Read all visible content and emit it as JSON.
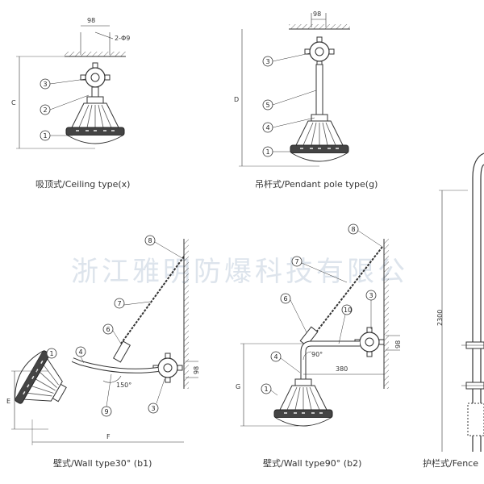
{
  "watermark": "浙江雅明防爆科技有限公",
  "captions": {
    "ceiling": "吸顶式/Ceiling type(x)",
    "pendant": "吊杆式/Pendant pole type(g)",
    "wall30": "壁式/Wall type30°  (b1)",
    "wall90": "壁式/Wall type90°  (b2)",
    "fence": "护栏式/Fence"
  },
  "dims": {
    "ceiling_width": "98",
    "ceiling_holes": "2-Φ9",
    "ceiling_height": "C",
    "pendant_width": "98",
    "pendant_height": "D",
    "wall30_offset": "98",
    "wall30_angle": "150°",
    "wall30_height": "E",
    "wall30_width": "F",
    "wall90_offset": "98",
    "wall90_angle": "90°",
    "wall90_arm": "380",
    "wall90_height": "G",
    "fence_height": "2300"
  },
  "labels": {
    "c1": "1",
    "c2": "2",
    "c3": "3",
    "p1": "1",
    "p3": "3",
    "p4": "4",
    "p5": "5",
    "b1_1": "1",
    "b1_3": "3",
    "b1_4": "4",
    "b1_6": "6",
    "b1_7": "7",
    "b1_8": "8",
    "b1_9": "9",
    "b2_1": "1",
    "b2_3": "3",
    "b2_4": "4",
    "b2_6": "6",
    "b2_7": "7",
    "b2_8": "8",
    "b2_10": "10"
  }
}
